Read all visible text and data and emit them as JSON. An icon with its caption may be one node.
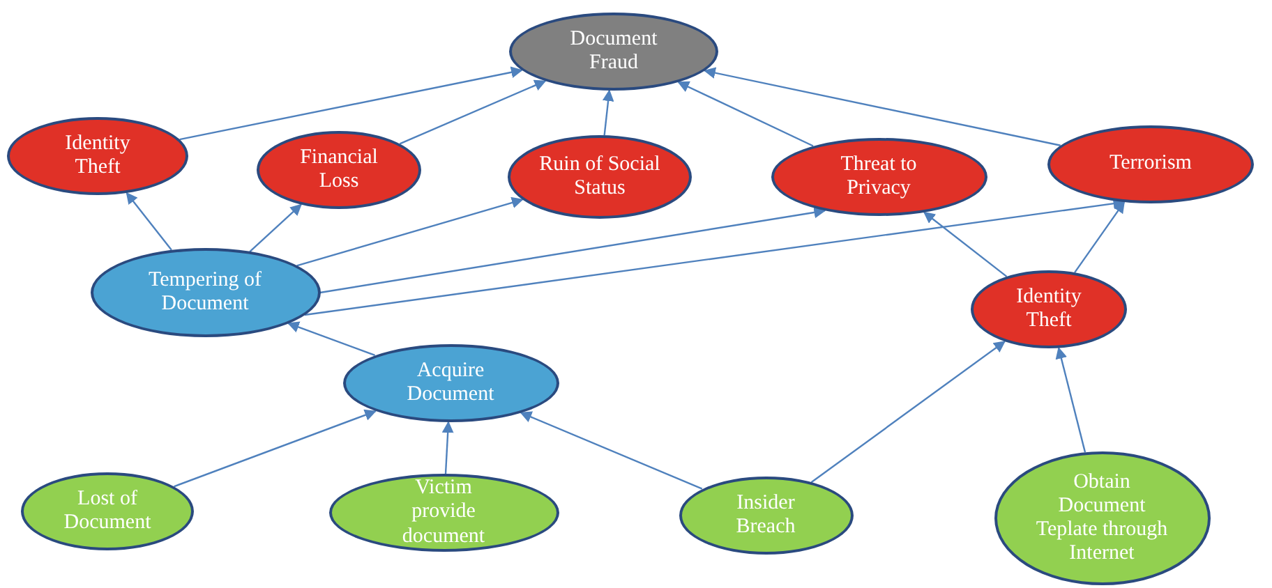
{
  "diagram": {
    "nodes": [
      {
        "text": [
          "Document Fraud"
        ]
      },
      {
        "text": [
          "Identity Theft"
        ]
      },
      {
        "text": [
          "Financial Loss"
        ]
      },
      {
        "text": [
          "Ruin of Social Status"
        ]
      },
      {
        "text": [
          "Threat to Privacy"
        ]
      },
      {
        "text": [
          "Terrorism"
        ]
      },
      {
        "text": [
          "Tempering of Document"
        ]
      },
      {
        "text": [
          "Identity Theft"
        ]
      },
      {
        "text": [
          "Acquire Document"
        ]
      },
      {
        "text": [
          "Lost of Document"
        ]
      },
      {
        "text": [
          "Victim provide document"
        ]
      },
      {
        "text": [
          "Insider Breach"
        ]
      },
      {
        "text": [
          "Obtain Document Teplate through Internet"
        ]
      }
    ],
    "edges": [
      {
        "from": 1,
        "to": 0,
        "arrow": "to"
      },
      {
        "from": 2,
        "to": 0,
        "arrow": "to"
      },
      {
        "from": 3,
        "to": 0,
        "arrow": "to"
      },
      {
        "from": 4,
        "to": 0,
        "arrow": "to"
      },
      {
        "from": 5,
        "to": 0,
        "arrow": "to"
      },
      {
        "from": 6,
        "to": 1,
        "arrow": "to"
      },
      {
        "from": 6,
        "to": 2,
        "arrow": "to"
      },
      {
        "from": 6,
        "to": 3,
        "arrow": "to"
      },
      {
        "from": 6,
        "to": 4,
        "arrow": "to"
      },
      {
        "from": 6,
        "to": 5,
        "arrow": "to"
      },
      {
        "from": 7,
        "to": 4,
        "arrow": "to"
      },
      {
        "from": 7,
        "to": 5,
        "arrow": "to"
      },
      {
        "from": 8,
        "to": 6,
        "arrow": "to"
      },
      {
        "from": 9,
        "to": 8,
        "arrow": "to"
      },
      {
        "from": 10,
        "to": 8,
        "arrow": "to"
      },
      {
        "from": 11,
        "to": 8,
        "arrow": "to"
      },
      {
        "from": 11,
        "to": 7,
        "arrow": "to"
      },
      {
        "from": 12,
        "to": 7,
        "arrow": "to"
      }
    ]
  }
}
